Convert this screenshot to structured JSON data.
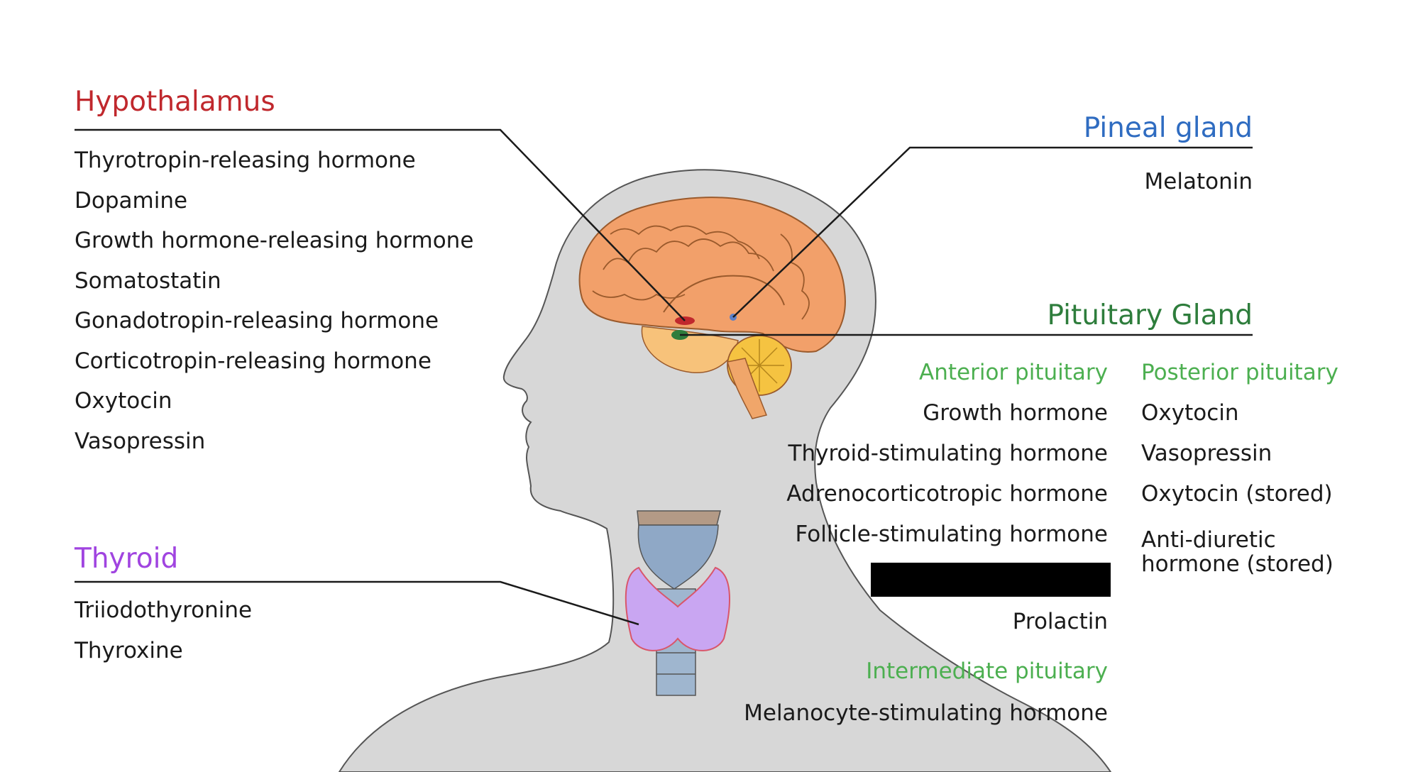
{
  "colors": {
    "hypothalamus": "#c0282d",
    "pineal": "#2f6cc1",
    "pituitary": "#2e7d3c",
    "pituitary_sub": "#4caf50",
    "thyroid": "#a044e0",
    "text": "#1a1a1a",
    "silhouette": "#d6d6d6",
    "brain": "#f2a06a",
    "cerebellum": "#f5c341",
    "thyroid_gland": "#c9a6f2"
  },
  "hypothalamus": {
    "title": "Hypothalamus",
    "hormones": [
      "Thyrotropin-releasing hormone",
      "Dopamine",
      "Growth hormone-releasing hormone",
      "Somatostatin",
      "Gonadotropin-releasing hormone",
      "Corticotropin-releasing hormone",
      "Oxytocin",
      "Vasopressin"
    ]
  },
  "thyroid": {
    "title": "Thyroid",
    "hormones": [
      "Triiodothyronine",
      "Thyroxine"
    ]
  },
  "pineal": {
    "title": "Pineal gland",
    "hormones": [
      "Melatonin"
    ]
  },
  "pituitary": {
    "title": "Pituitary Gland",
    "anterior": {
      "title": "Anterior pituitary",
      "hormones": [
        "Growth hormone",
        "Thyroid-stimulating hormone",
        "Adrenocorticotropic hormone",
        "Follicle-stimulating hormone"
      ],
      "after_redaction": "Prolactin"
    },
    "posterior": {
      "title": "Posterior pituitary",
      "hormones": [
        "Oxytocin",
        "Vasopressin",
        "Oxytocin (stored)"
      ],
      "last_line1": "Anti-diuretic",
      "last_line2": "hormone (stored)"
    },
    "intermediate": {
      "title": "Intermediate pituitary",
      "hormones": [
        "Melanocyte-stimulating hormone"
      ]
    }
  },
  "icons": {
    "silhouette": "human-head-silhouette",
    "brain": "brain-illustration",
    "thyroid": "thyroid-illustration"
  }
}
